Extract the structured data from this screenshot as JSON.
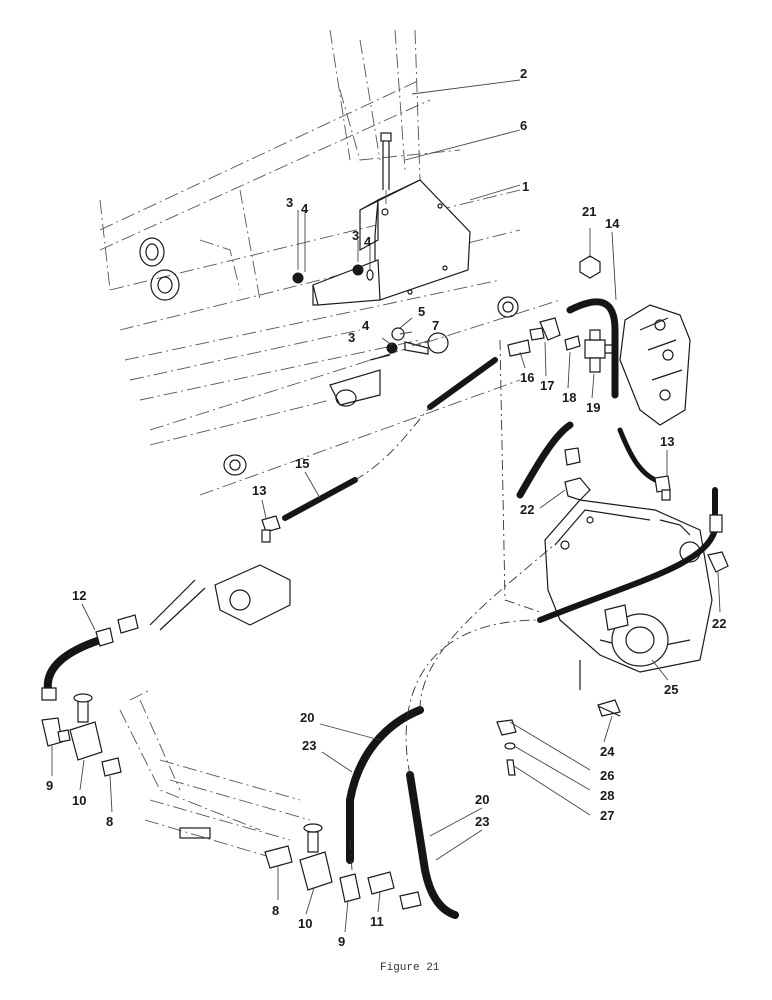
{
  "figure": {
    "caption": "Figure 21"
  },
  "callouts": [
    {
      "id": "c2",
      "text": "2"
    },
    {
      "id": "c6",
      "text": "6"
    },
    {
      "id": "c1",
      "text": "1"
    },
    {
      "id": "c3a",
      "text": "3"
    },
    {
      "id": "c4a",
      "text": "4"
    },
    {
      "id": "c3b",
      "text": "3"
    },
    {
      "id": "c4b",
      "text": "4"
    },
    {
      "id": "c5",
      "text": "5"
    },
    {
      "id": "c4c",
      "text": "4"
    },
    {
      "id": "c7",
      "text": "7"
    },
    {
      "id": "c3c",
      "text": "3"
    },
    {
      "id": "c21",
      "text": "21"
    },
    {
      "id": "c14",
      "text": "14"
    },
    {
      "id": "c16",
      "text": "16"
    },
    {
      "id": "c17",
      "text": "17"
    },
    {
      "id": "c18",
      "text": "18"
    },
    {
      "id": "c19",
      "text": "19"
    },
    {
      "id": "c13a",
      "text": "13"
    },
    {
      "id": "c15",
      "text": "15"
    },
    {
      "id": "c13b",
      "text": "13"
    },
    {
      "id": "c22a",
      "text": "22"
    },
    {
      "id": "c22b",
      "text": "22"
    },
    {
      "id": "c12",
      "text": "12"
    },
    {
      "id": "c25",
      "text": "25"
    },
    {
      "id": "c9a",
      "text": "9"
    },
    {
      "id": "c10a",
      "text": "10"
    },
    {
      "id": "c8a",
      "text": "8"
    },
    {
      "id": "c20a",
      "text": "20"
    },
    {
      "id": "c23a",
      "text": "23"
    },
    {
      "id": "c24",
      "text": "24"
    },
    {
      "id": "c26",
      "text": "26"
    },
    {
      "id": "c28",
      "text": "28"
    },
    {
      "id": "c27",
      "text": "27"
    },
    {
      "id": "c20b",
      "text": "20"
    },
    {
      "id": "c23b",
      "text": "23"
    },
    {
      "id": "c8b",
      "text": "8"
    },
    {
      "id": "c10b",
      "text": "10"
    },
    {
      "id": "c9b",
      "text": "9"
    },
    {
      "id": "c11",
      "text": "11"
    }
  ],
  "colors": {
    "ink": "#1a1a1a",
    "paper": "#ffffff"
  }
}
